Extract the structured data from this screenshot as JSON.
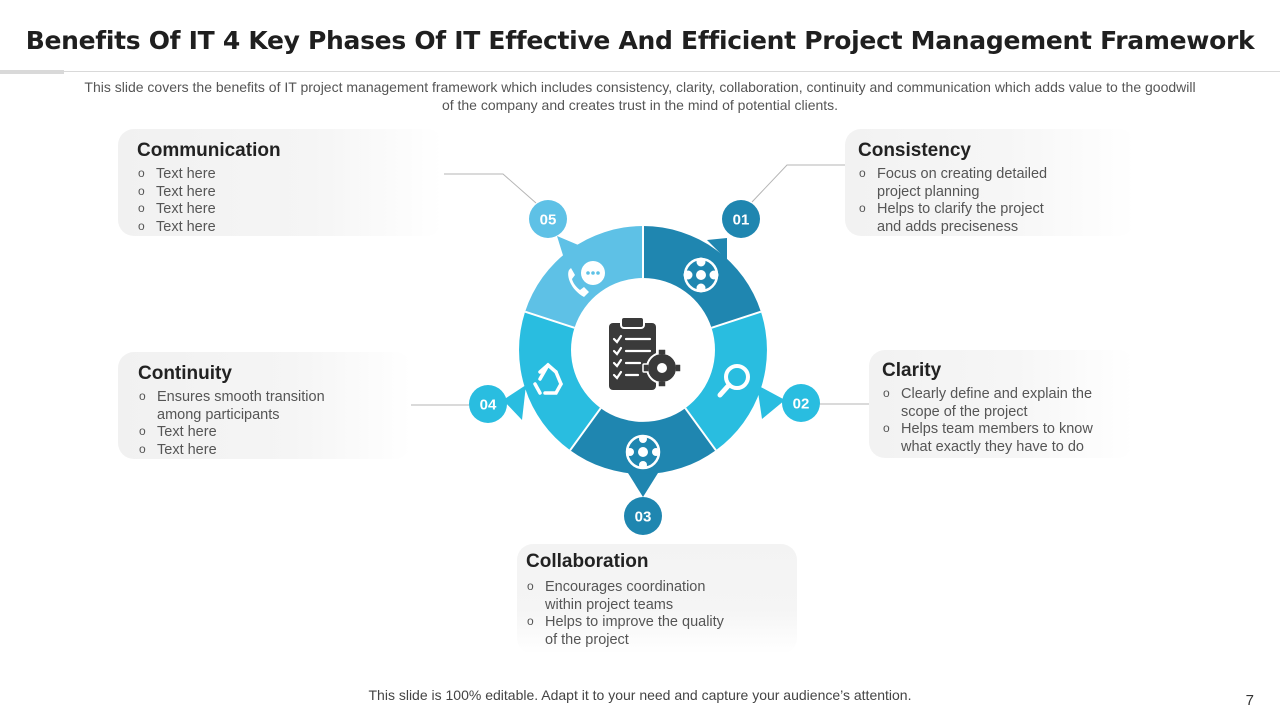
{
  "title": "Benefits Of IT 4 Key Phases Of IT Effective And Efficient Project Management Framework",
  "subtitle": "This slide covers the benefits of IT project management framework which includes consistency, clarity, collaboration, continuity and communication which adds value to the goodwill of the company and creates trust in the mind of potential clients.",
  "footer": "This slide is 100% editable. Adapt it to your need and capture your audience’s attention.",
  "page_number": "7",
  "colors": {
    "dark_blue": "#1f86b0",
    "mid_blue": "#29bde0",
    "light_blue": "#5ec1e6",
    "center_icon": "#3a3a3a"
  },
  "phases": [
    {
      "number": "01",
      "heading": "Consistency",
      "icon": "network-icon",
      "bullets": [
        "Focus on creating detailed project planning",
        "Helps to clarify the project and adds preciseness"
      ]
    },
    {
      "number": "02",
      "heading": "Clarity",
      "icon": "magnifier-icon",
      "bullets": [
        "Clearly define and explain the scope of the project",
        "Helps team members to know what exactly they have to do"
      ]
    },
    {
      "number": "03",
      "heading": "Collaboration",
      "icon": "collaboration-icon",
      "bullets": [
        "Encourages coordination within project teams",
        "Helps to improve the quality of the project"
      ]
    },
    {
      "number": "04",
      "heading": "Continuity",
      "icon": "recycle-icon",
      "bullets": [
        "Ensures smooth transition among participants",
        "Text here",
        "Text here"
      ]
    },
    {
      "number": "05",
      "heading": "Communication",
      "icon": "phone-chat-icon",
      "bullets": [
        "Text here",
        "Text here",
        "Text here",
        "Text here"
      ]
    }
  ],
  "center_icon": "clipboard-gear-icon"
}
